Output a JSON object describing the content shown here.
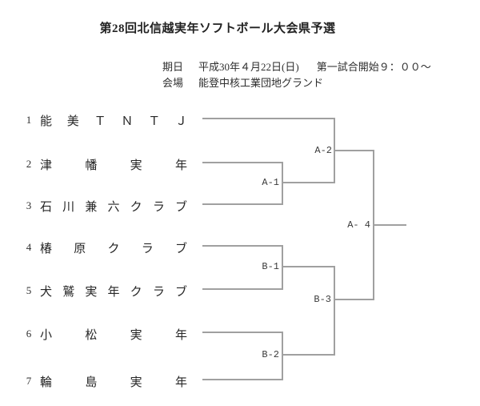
{
  "page": {
    "title": "第28回北信越実年ソフトボール大会県予選"
  },
  "info": {
    "date_label": "期日",
    "date_value": "平成30年４月22日(日)",
    "first_game": "第一試合開始９：００～",
    "venue_label": "会場",
    "venue_value": "能登中核工業団地グランド"
  },
  "teams": [
    {
      "seed": "1",
      "name": "能 美 Ｔ Ｎ Ｔ Ｊ"
    },
    {
      "seed": "2",
      "name": "津 幡 実 年"
    },
    {
      "seed": "3",
      "name": "石 川 兼 六 ク ラ ブ"
    },
    {
      "seed": "4",
      "name": "椿 原 ク ラ ブ"
    },
    {
      "seed": "5",
      "name": "犬 鷲 実 年 ク ラ ブ"
    },
    {
      "seed": "6",
      "name": "小 松 実 年"
    },
    {
      "seed": "7",
      "name": "輪 島 実 年"
    }
  ],
  "matches": [
    {
      "id": "A-1"
    },
    {
      "id": "A-2"
    },
    {
      "id": "B-1"
    },
    {
      "id": "B-2"
    },
    {
      "id": "B-3"
    },
    {
      "id": "A- 4"
    }
  ],
  "colors": {
    "line": "#a0a0a0",
    "text": "#2b2b2b"
  }
}
